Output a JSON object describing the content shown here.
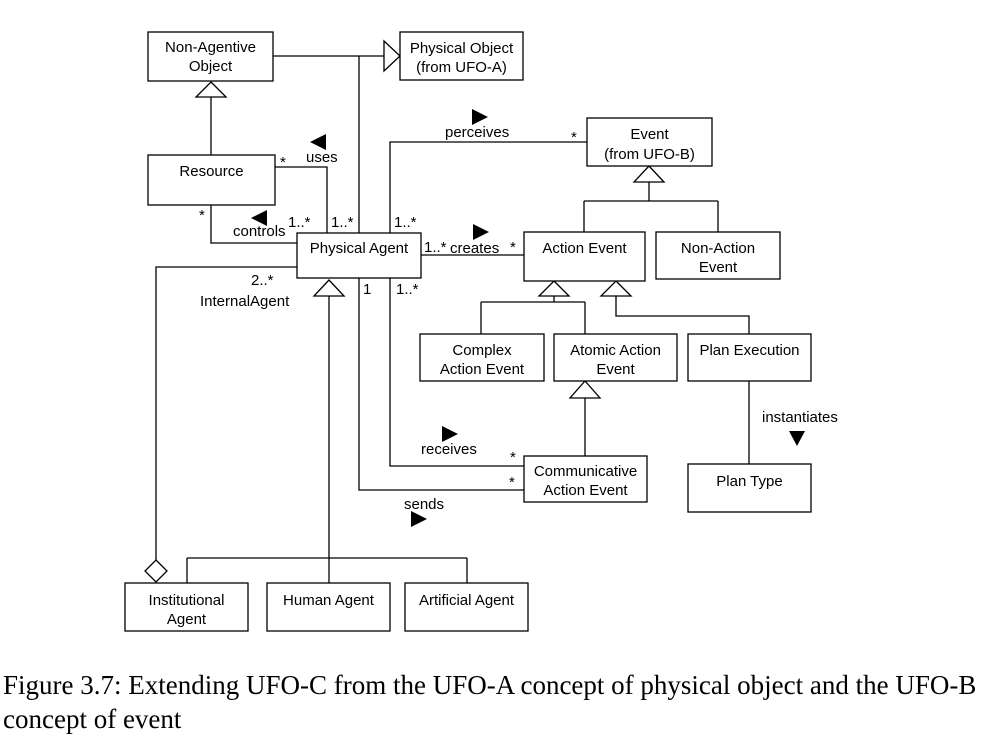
{
  "classes": {
    "non_agentive_object": [
      "Non-Agentive",
      "Object"
    ],
    "physical_object": [
      "Physical Object",
      "(from UFO-A)"
    ],
    "resource": [
      "Resource"
    ],
    "event": [
      "Event",
      "(from UFO-B)"
    ],
    "physical_agent": [
      "Physical Agent"
    ],
    "action_event": [
      "Action Event"
    ],
    "non_action_event": [
      "Non-Action",
      "Event"
    ],
    "complex_action_event": [
      "Complex",
      "Action Event"
    ],
    "atomic_action_event": [
      "Atomic Action",
      "Event"
    ],
    "plan_execution": [
      "Plan Execution"
    ],
    "communicative_action_event": [
      "Communicative",
      "Action Event"
    ],
    "plan_type": [
      "Plan Type"
    ],
    "institutional_agent": [
      "Institutional",
      "Agent"
    ],
    "human_agent": [
      "Human Agent"
    ],
    "artificial_agent": [
      "Artificial Agent"
    ]
  },
  "associations": {
    "uses": "uses",
    "controls": "controls",
    "perceives": "perceives",
    "creates": "creates",
    "receives": "receives",
    "sends": "sends",
    "instantiates": "instantiates",
    "internal_agent": "InternalAgent"
  },
  "multiplicities": {
    "uses_resource": "*",
    "uses_agent": "1..*",
    "controls_resource": "*",
    "controls_agent": "1..*",
    "perceives_agent": "1..*",
    "perceives_event": "*",
    "creates_agent": "1..*",
    "creates_event": "*",
    "internal_agent": "2..*",
    "sends_agent": "1",
    "receives_agent": "1..*",
    "receives_event": "*",
    "sends_event": "*"
  },
  "caption": "Figure 3.7: Extending UFO-C from the UFO-A concept of physical object and the UFO-B concept of event"
}
